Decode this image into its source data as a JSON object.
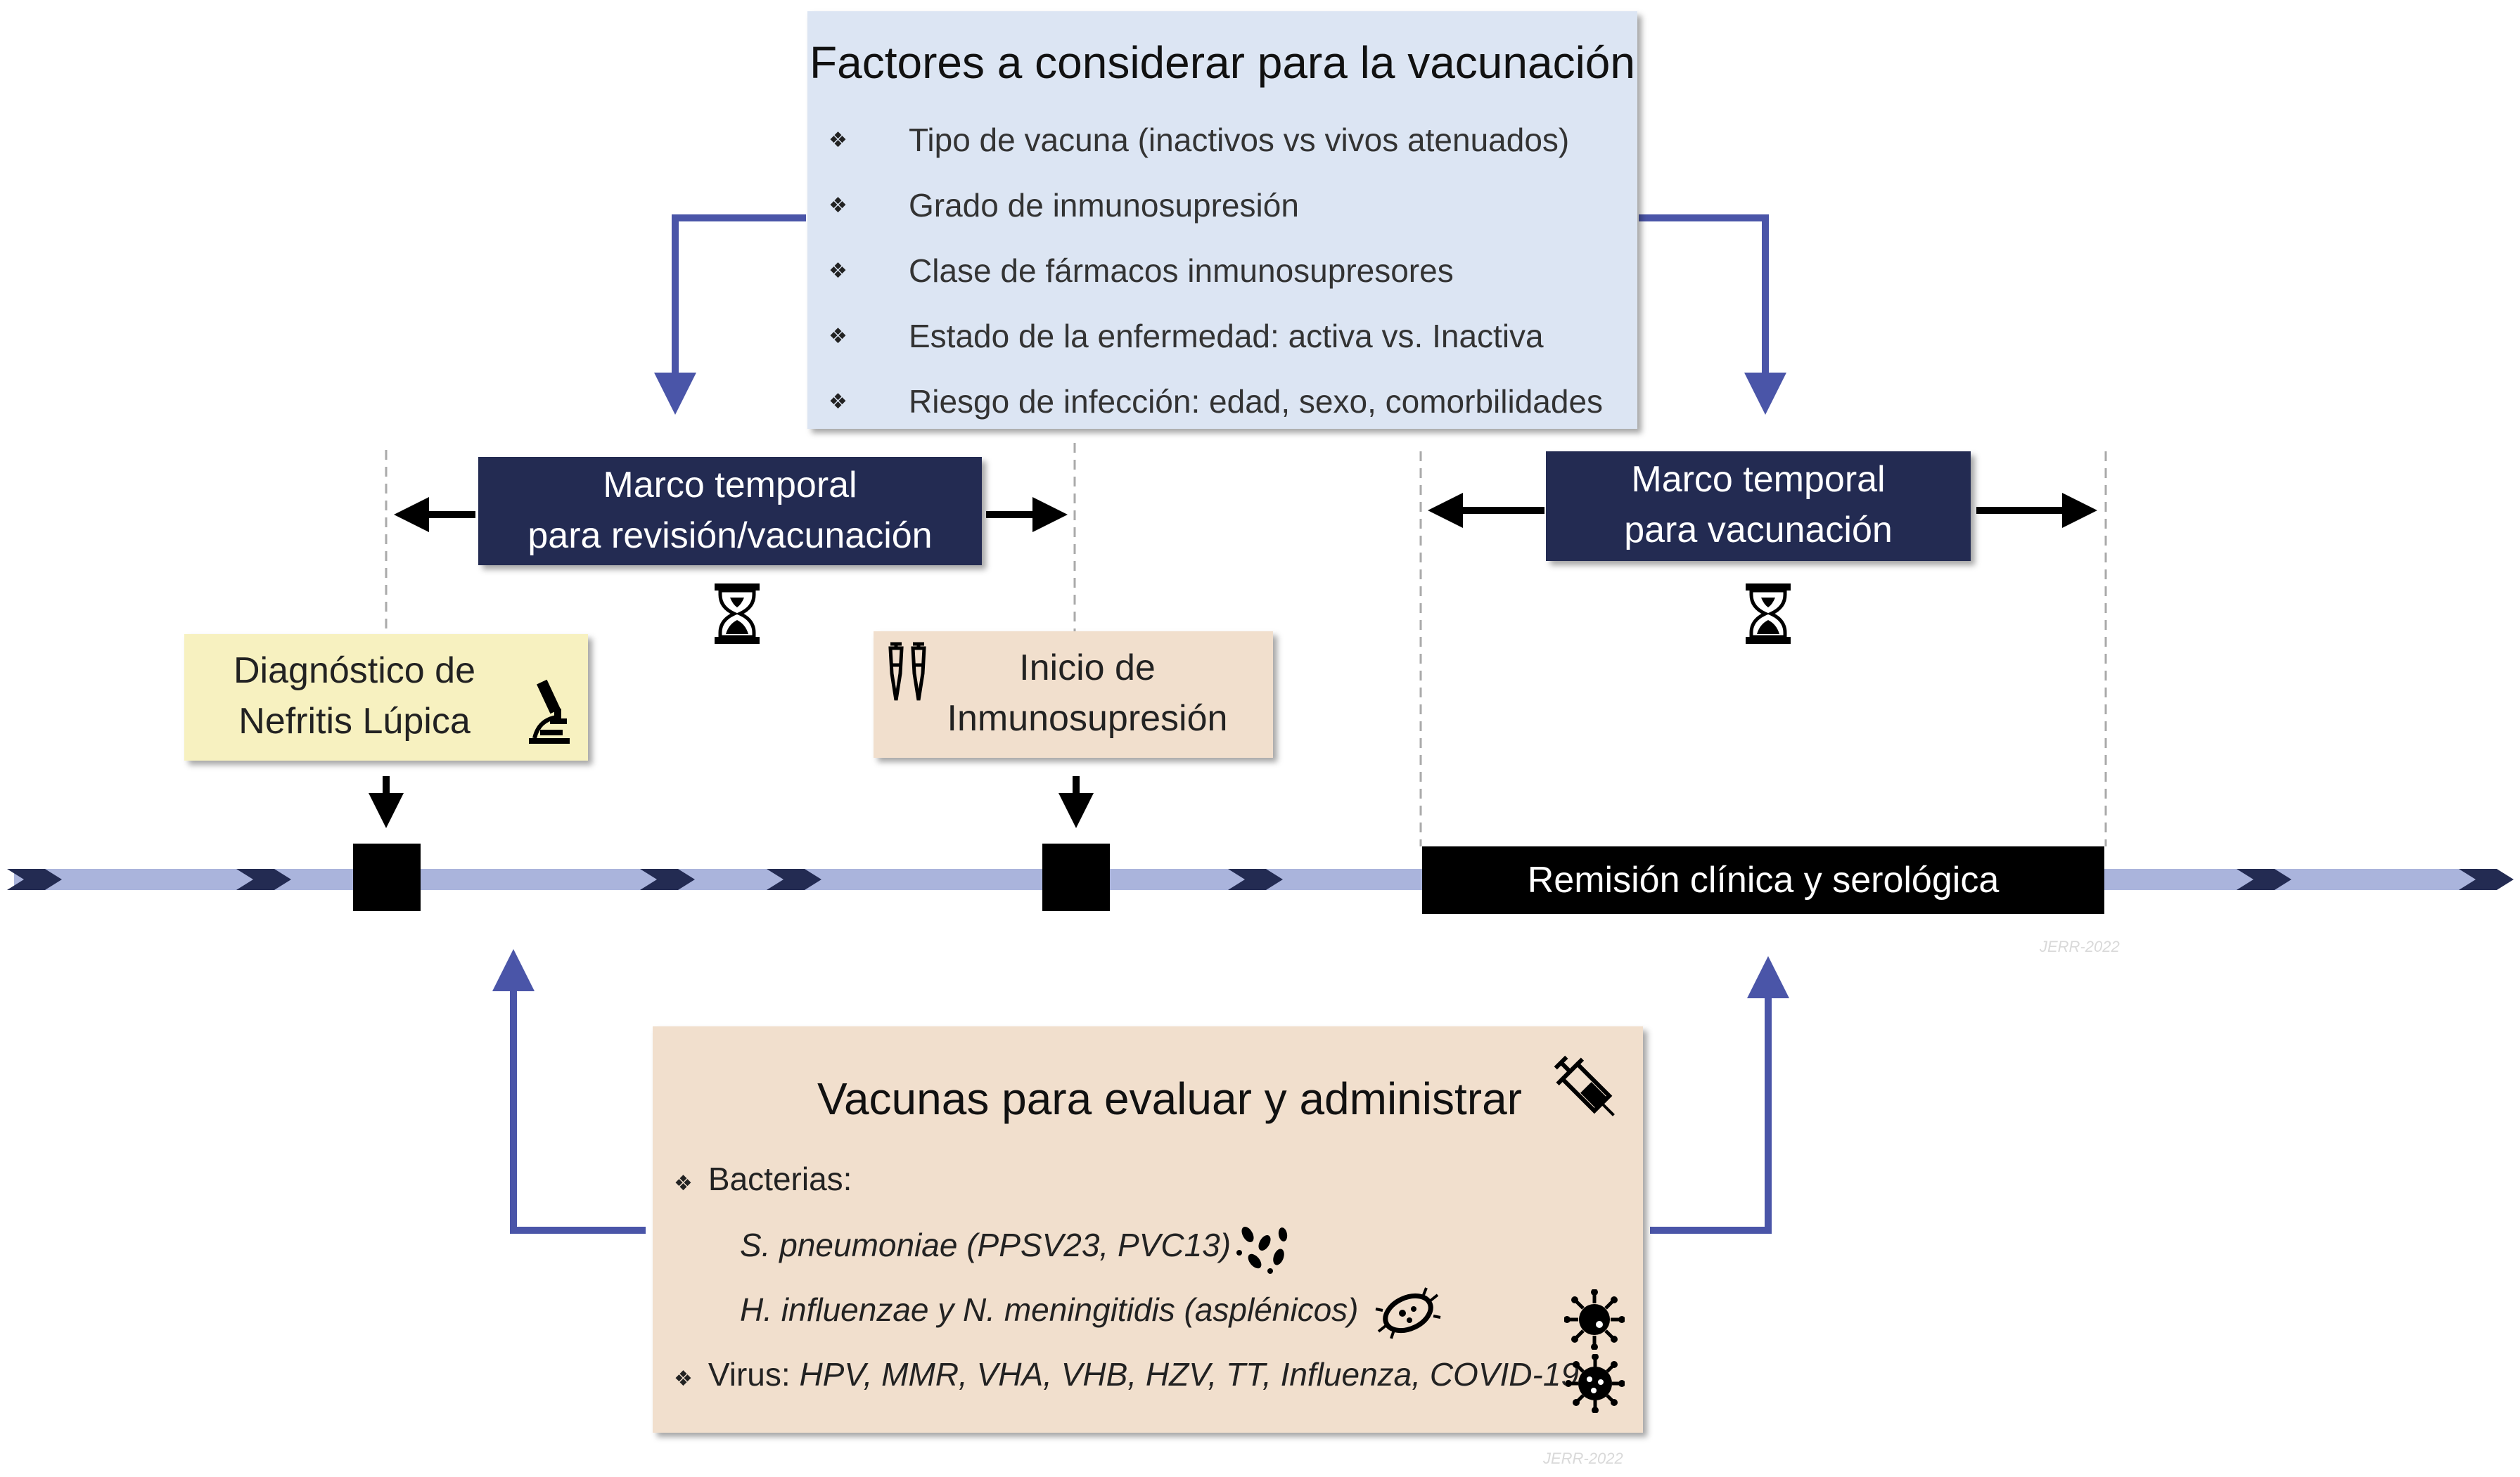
{
  "factors": {
    "title": "Factores a considerar para la vacunación",
    "bullet": "❖",
    "items": [
      "Tipo de vacuna (inactivos vs vivos atenuados)",
      "Grado de inmunosupresión",
      "Clase de fármacos inmunosupresores",
      "Estado de la enfermedad: activa vs. Inactiva",
      "Riesgo de infección: edad, sexo, comorbilidades"
    ]
  },
  "frame_left": {
    "line1": "Marco temporal",
    "line2": "para revisión/vacunación"
  },
  "frame_right": {
    "line1": "Marco temporal",
    "line2": "para vacunación"
  },
  "diagnosis": {
    "line1": "Diagnóstico de",
    "line2": "Nefritis Lúpica"
  },
  "immunosuppression": {
    "line1": "Inicio de",
    "line2": "Inmunosupresión"
  },
  "remission": {
    "label": "Remisión clínica y serológica"
  },
  "vaccines": {
    "title": "Vacunas para evaluar y administrar",
    "bullet": "❖",
    "bacteria_label": "Bacterias:",
    "pneumoniae": "S. pneumoniae (PPSV23, PVC13)",
    "influenzae": "H. influenzae y N. meningitidis (asplénicos)",
    "virus_label": "Virus: ",
    "virus_list": "HPV, MMR, VHA, VHB, HZV, TT, Influenza, COVID-19"
  },
  "watermarks": {
    "mid": "JERR-2022",
    "bottom": "JERR-2022"
  },
  "colors": {
    "navy": "#232b52",
    "timeline": "#aab4dc",
    "connector_arrow": "#4a55a8",
    "factors_bg": "#dce5f3",
    "diagnosis_bg": "#f7f1c0",
    "peach_bg": "#f1dfcd"
  },
  "icons": [
    "hourglass-icon",
    "microscope-icon",
    "crutches-icon",
    "syringe-icon",
    "bacteria-icon",
    "bacterium-icon",
    "virus-icon"
  ]
}
